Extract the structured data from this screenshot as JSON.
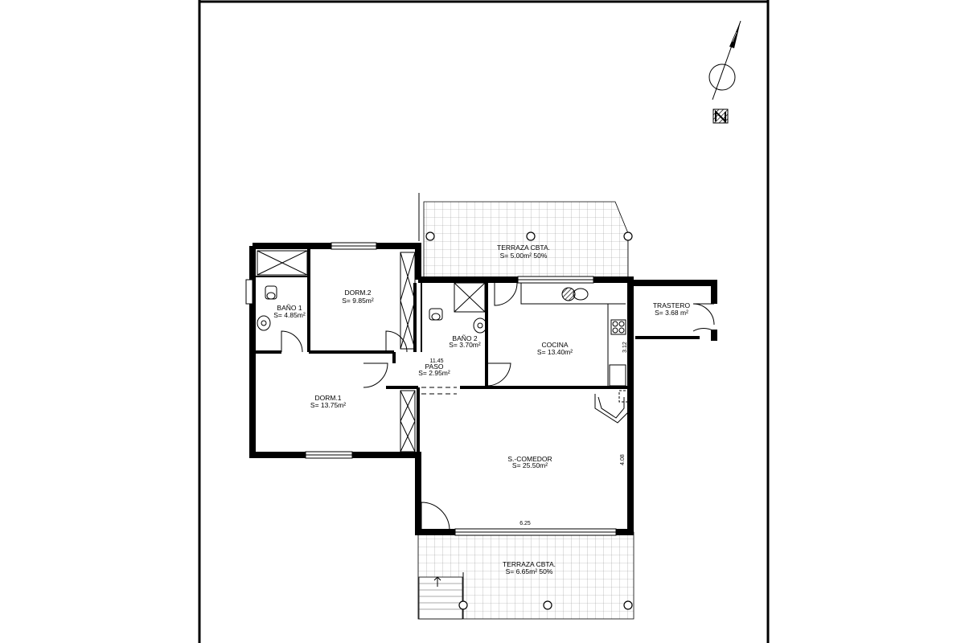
{
  "rooms": {
    "terraza_top": {
      "name": "TERRAZA CBTA.",
      "area": "S= 5.00m² 50%"
    },
    "dorm2": {
      "name": "DORM.2",
      "area": "S= 9.85m²"
    },
    "bano1": {
      "name": "BAÑO 1",
      "area": "S= 4.85m²"
    },
    "bano2": {
      "name": "BAÑO 2",
      "area": "S= 3.70m²"
    },
    "cocina": {
      "name": "COCINA",
      "area": "S= 13.40m²"
    },
    "trastero": {
      "name": "TRASTERO",
      "area": "S= 3.68 m²"
    },
    "paso": {
      "name": "PASO",
      "area": "S= 2.95m²"
    },
    "dorm1": {
      "name": "DORM.1",
      "area": "S= 13.75m²"
    },
    "comedor": {
      "name": "S.-COMEDOR",
      "area": "S= 25.50m²"
    },
    "terraza_bottom": {
      "name": "TERRAZA CBTA.",
      "area": "S= 6.65m² 50%"
    }
  },
  "dimensions": {
    "d_1145": "11.45",
    "d_312": "3.12",
    "d_408": "4.08",
    "d_625": "6.25"
  },
  "icons": {
    "north_arrow": "north-arrow-icon",
    "north_badge": "north-badge-icon"
  }
}
